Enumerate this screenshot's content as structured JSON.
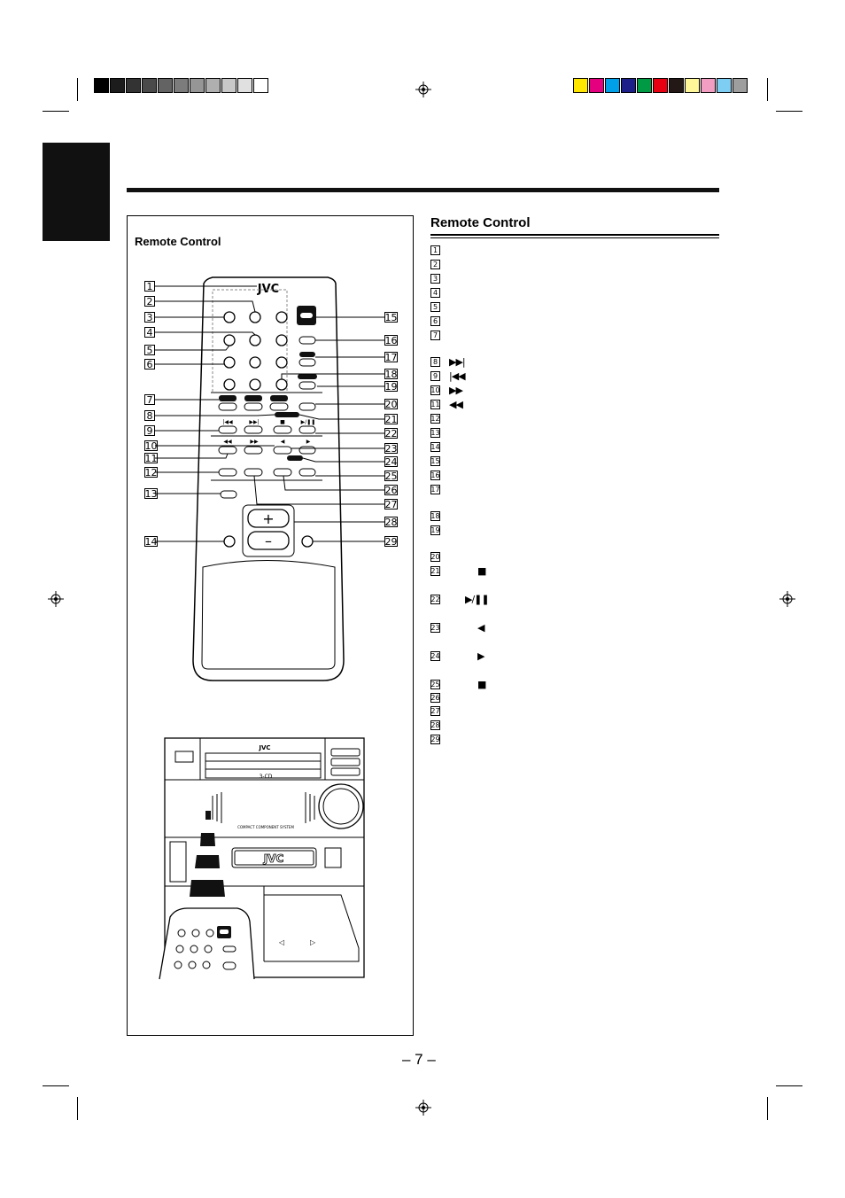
{
  "figure": {
    "label": "Remote Control",
    "remote_brand": "JVC",
    "unit_brand": "JVC",
    "unit_subtitle": "COMPACT COMPONENT SYSTEM",
    "unit_disc_label": "3-CD",
    "left_callouts": [
      "1",
      "2",
      "3",
      "4",
      "5",
      "6",
      "7",
      "8",
      "9",
      "10",
      "11",
      "12",
      "13",
      "14"
    ],
    "right_callouts": [
      "15",
      "16",
      "17",
      "18",
      "19",
      "20",
      "21",
      "22",
      "23",
      "24",
      "25",
      "26",
      "27",
      "28",
      "29"
    ]
  },
  "section": {
    "title": "Remote Control",
    "items": [
      {
        "n": "1",
        "sym": ""
      },
      {
        "n": "2",
        "sym": ""
      },
      {
        "n": "3",
        "sym": ""
      },
      {
        "n": "4",
        "sym": ""
      },
      {
        "n": "5",
        "sym": ""
      },
      {
        "n": "6",
        "sym": ""
      },
      {
        "n": "7",
        "sym": ""
      },
      {
        "n": "8",
        "sym": "▶▶|"
      },
      {
        "n": "9",
        "sym": "|◀◀"
      },
      {
        "n": "10",
        "sym": "▶▶"
      },
      {
        "n": "11",
        "sym": "◀◀"
      },
      {
        "n": "12",
        "sym": ""
      },
      {
        "n": "13",
        "sym": ""
      },
      {
        "n": "14",
        "sym": ""
      },
      {
        "n": "15",
        "sym": ""
      },
      {
        "n": "16",
        "sym": ""
      },
      {
        "n": "17",
        "sym": ""
      },
      {
        "n": "18",
        "sym": ""
      },
      {
        "n": "19",
        "sym": ""
      },
      {
        "n": "20",
        "sym": ""
      },
      {
        "n": "21",
        "sym": "■"
      },
      {
        "n": "22",
        "sym": "▶/❚❚"
      },
      {
        "n": "23",
        "sym": "◀"
      },
      {
        "n": "24",
        "sym": "▶"
      },
      {
        "n": "25",
        "sym": "■"
      },
      {
        "n": "26",
        "sym": ""
      },
      {
        "n": "27",
        "sym": ""
      },
      {
        "n": "28",
        "sym": ""
      },
      {
        "n": "29",
        "sym": ""
      }
    ]
  },
  "page_number": "– 7 –",
  "colors": {
    "gray_bar": [
      "#000000",
      "#1c1c1c",
      "#333333",
      "#4a4a4a",
      "#636363",
      "#7c7c7c",
      "#969696",
      "#afafaf",
      "#c8c8c8",
      "#e0e0e0",
      "#ffffff"
    ],
    "color_bar": [
      "#ffe600",
      "#e4007f",
      "#00a0e9",
      "#1d2088",
      "#009944",
      "#e60012",
      "#231815",
      "#fff799",
      "#f19ec2",
      "#7ecef4",
      "#9e9e9f"
    ]
  }
}
